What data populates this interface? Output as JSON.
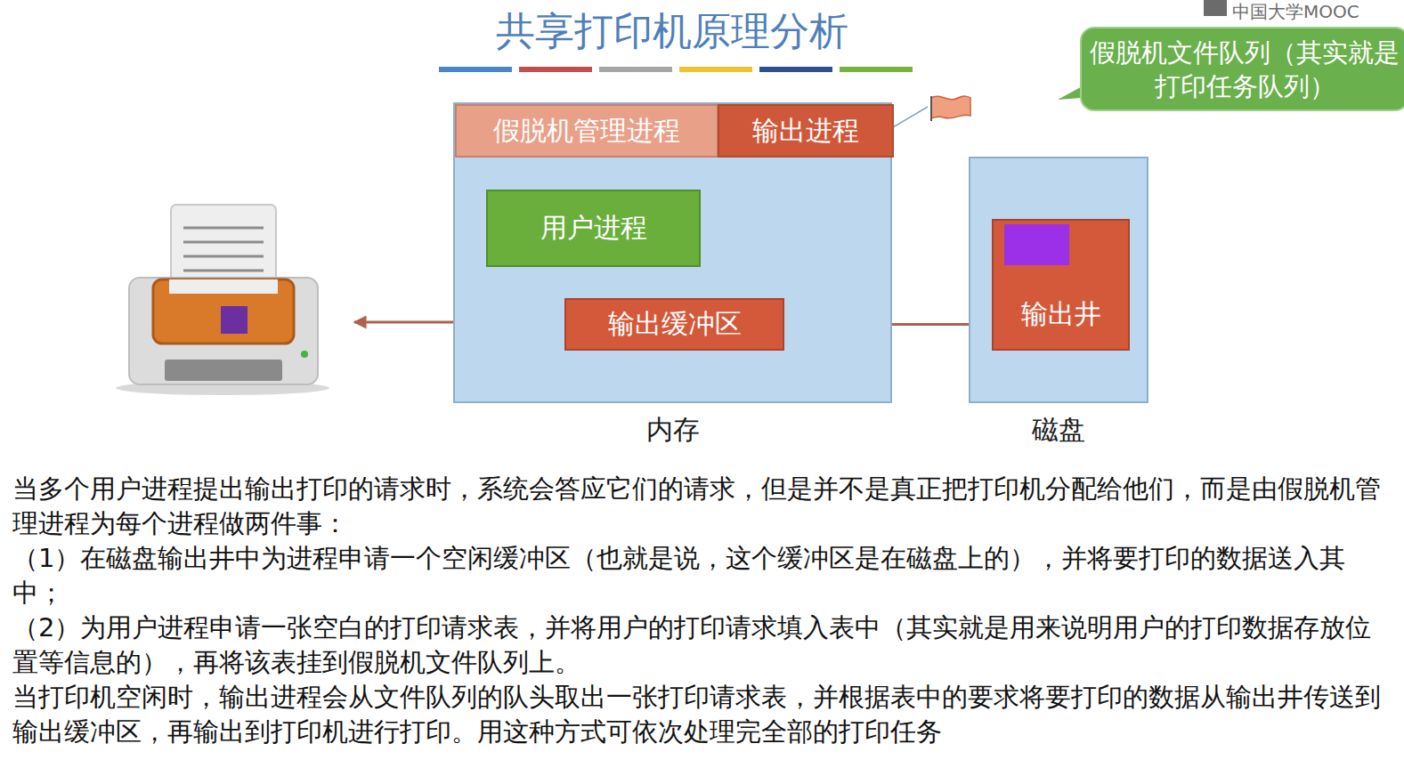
{
  "diagram": {
    "title": "共享打印机原理分析",
    "nodes": [
      {
        "text": [
          "内存"
        ]
      },
      {
        "text": [
          "假脱机管理进程"
        ],
        "in": 0
      },
      {
        "text": [
          "输出进程"
        ],
        "in": 0
      },
      {
        "text": [
          "用户进程"
        ],
        "in": 0
      },
      {
        "text": [
          "输出缓冲区"
        ],
        "in": 0
      },
      {
        "text": [
          "磁盘"
        ]
      },
      {
        "text": [
          "输出井"
        ],
        "in": 5
      },
      {
        "text": [
          "假脱机文件队列（其实就是打印任务队列）"
        ]
      }
    ],
    "edges": [
      {
        "from": 6,
        "to": 4,
        "arrow": "to"
      }
    ],
    "labels": [
      "中国大学MOOC",
      "当多个用户进程提出输出打印的请求时，系统会答应它们的请求，但是并不是真正把打印机分配给他们，而是由假脱机管理进程为每个进程做两件事：",
      "（1）在磁盘输出井中为进程申请一个空闲缓冲区（也就是说，这个缓冲区是在磁盘上的），并将要打印的数据送入其中；",
      "（2）为用户进程申请一张空白的打印请求表，并将用户的打印请求填入表中（其实就是用来说明用户的打印数据存放位置等信息的），再将该表挂到假脱机文件队列上。",
      "当打印机空闲时，输出进程会从文件队列的队头取出一张打印请求表，并根据表中的要求将要打印的数据从输出井传送到输出缓冲区，再输出到打印机进行打印。用这种方式可依次处理完全部的打印任务"
    ]
  }
}
